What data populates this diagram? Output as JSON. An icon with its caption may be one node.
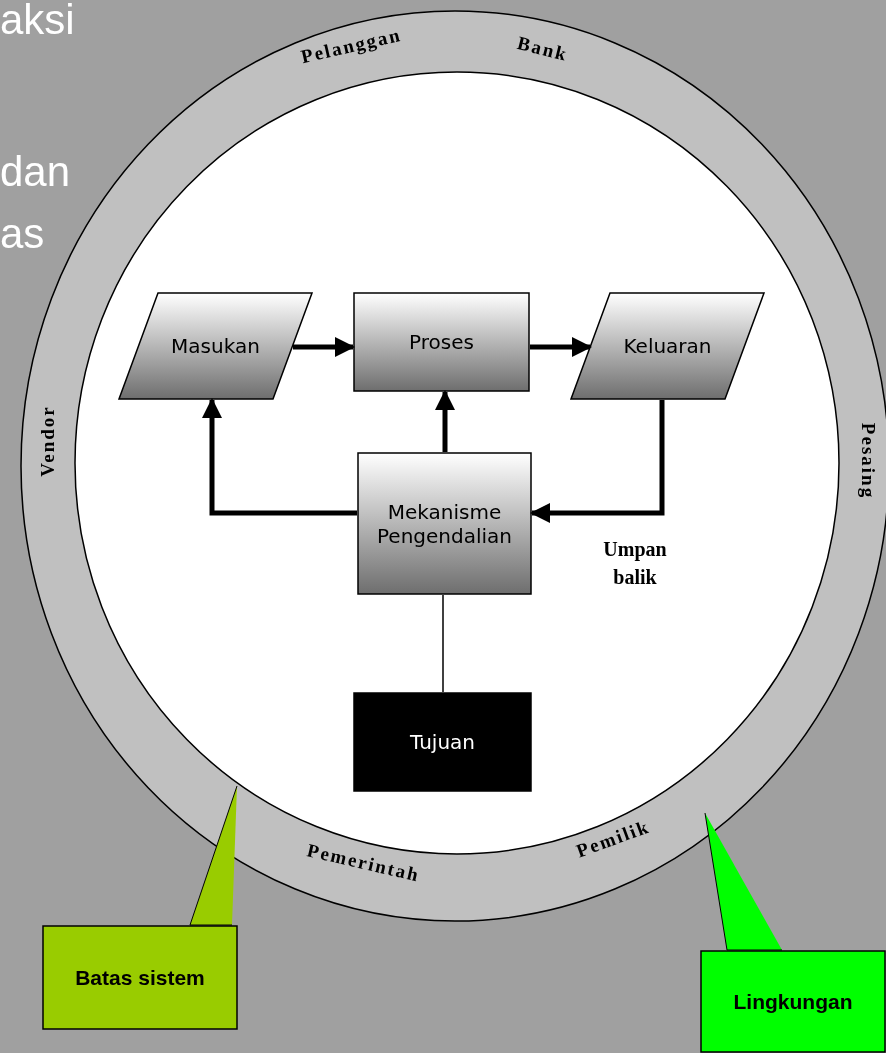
{
  "diagram": {
    "nodes": [
      {
        "text": [
          "Pelanggan",
          "Bank",
          "Vendor",
          "Pesaing",
          "Pemerintah",
          "Pemilik"
        ]
      },
      {
        "text": [],
        "shape": "circle",
        "in": 0
      },
      {
        "text": [
          "Masukan"
        ],
        "in": 1
      },
      {
        "text": [
          "Proses"
        ],
        "in": 1
      },
      {
        "text": [
          "Keluaran"
        ],
        "in": 1
      },
      {
        "text": [
          "Mekanisme Pengendalian"
        ],
        "in": 1
      },
      {
        "text": [
          "Tujuan"
        ],
        "in": 1
      },
      {
        "text": [
          "Batas sistem"
        ]
      },
      {
        "text": [
          "Lingkungan"
        ]
      }
    ],
    "edges": [
      {
        "from": 2,
        "to": 3,
        "arrow": "to"
      },
      {
        "from": 3,
        "to": 4,
        "arrow": "to"
      },
      {
        "from": 5,
        "to": 3,
        "arrow": "to"
      },
      {
        "from": 5,
        "to": 2,
        "arrow": "to"
      },
      {
        "from": 4,
        "to": 5,
        "arrow": "to",
        "label": "Umpan balik"
      },
      {
        "from": 6,
        "to": 5,
        "arrow": "none"
      },
      {
        "from": 7,
        "to": 1,
        "arrow": "none"
      },
      {
        "from": 8,
        "to": 0,
        "arrow": "none"
      }
    ],
    "labels": [
      "aksi",
      "dan",
      "as"
    ]
  }
}
